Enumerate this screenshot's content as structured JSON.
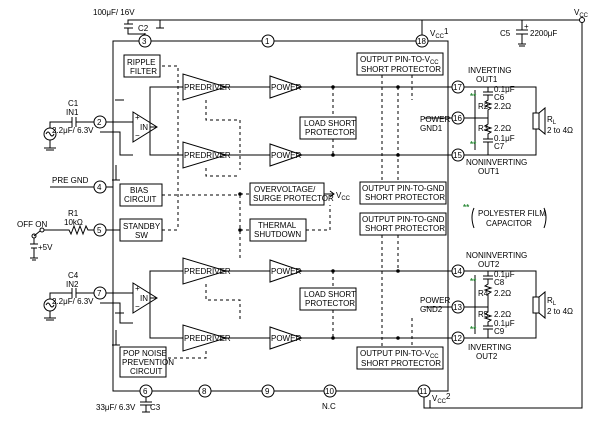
{
  "diagram": {
    "pins": {
      "p1": "1",
      "p2": "2",
      "p3": "3",
      "p4": "4",
      "p5": "5",
      "p6": "6",
      "p7": "7",
      "p8": "8",
      "p9": "9",
      "p10": "10",
      "p11": "11",
      "p12": "12",
      "p13": "13",
      "p14": "14",
      "p15": "15",
      "p16": "16",
      "p17": "17",
      "p18": "18"
    },
    "blocks": {
      "ripple_filter": [
        "RIPPLE",
        "FILTER"
      ],
      "bias_circuit": [
        "BIAS",
        "CIRCUIT"
      ],
      "standby_sw": [
        "STANDBY",
        "SW"
      ],
      "pop_noise": [
        "POP NOISE",
        "PREVENTION",
        "CIRCUIT"
      ],
      "load_short_1": [
        "LOAD SHORT",
        "PROTECTOR"
      ],
      "load_short_2": [
        "LOAD SHORT",
        "PROTECTOR"
      ],
      "overvoltage": [
        "OVERVOLTAGE/",
        "SURGE PROTECTOR"
      ],
      "thermal": [
        "THERMAL",
        "SHUTDOWN"
      ],
      "out_vcc_1": [
        "OUTPUT PIN-TO-V",
        "CC",
        "SHORT PROTECTOR"
      ],
      "out_vcc_2": [
        "OUTPUT PIN-TO-V",
        "CC",
        "SHORT PROTECTOR"
      ],
      "out_gnd_1": [
        "OUTPUT PIN-TO-GND",
        "SHORT PROTECTOR"
      ],
      "out_gnd_2": [
        "OUTPUT PIN-TO-GND",
        "SHORT PROTECTOR"
      ],
      "in_amp": "IN",
      "predriver": "PREDRIVER",
      "power": "POWER"
    },
    "labels": {
      "vcc_top": "V",
      "vcc_top_sub": "CC",
      "vcc_pin18": "V",
      "vcc_pin18_sub": "CC",
      "vcc_pin18_num": "1",
      "vcc_pin11": "V",
      "vcc_pin11_sub": "CC",
      "vcc_pin11_num": "2",
      "vcc_arrow": "V",
      "vcc_arrow_sub": "CC",
      "c2_value": "100μF/ 16V",
      "c2_name": "C2",
      "c5": "C5",
      "c5_value": "2200μF",
      "c1": "C1",
      "in1": "IN1",
      "c1_value": "2.2μF/ 6.3V",
      "pre_gnd": "PRE GND",
      "off_on": "OFF ON",
      "r1": "R1",
      "r1_value": "10kΩ",
      "plus5v": "+5V",
      "c4": "C4",
      "in2": "IN2",
      "c4_value": "2.2μF/ 6.3V",
      "c3_value": "33μF/ 6.3V",
      "c3_name": "C3",
      "nc": "N.C",
      "inv_out1": [
        "INVERTING",
        "OUT1"
      ],
      "noninv_out1": [
        "NONINVERTING",
        "OUT1"
      ],
      "noninv_out2": [
        "NONINVERTING",
        "OUT2"
      ],
      "inv_out2": [
        "INVERTING",
        "OUT2"
      ],
      "power_gnd1": [
        "POWER",
        "GND1"
      ],
      "power_gnd2": [
        "POWER",
        "GND2"
      ],
      "c6": "C6",
      "c6_value": "0.1μF",
      "r2": "R2",
      "r2_value": "2.2Ω",
      "r3": "R3",
      "r3_value": "2.2Ω",
      "c7": "C7",
      "c7_value": "0.1μF",
      "c8": "C8",
      "c8_value": "0.1μF",
      "r4": "R4",
      "r4_value": "2.2Ω",
      "r5": "R5",
      "r5_value": "2.2Ω",
      "c9": "C9",
      "c9_value": "0.1μF",
      "rl1": "R",
      "rl1_sub": "L",
      "rl1_value": "2 to 4Ω",
      "rl2": "R",
      "rl2_sub": "L",
      "rl2_value": "2 to 4Ω",
      "star": "**",
      "polyester": [
        "POLYESTER FILM",
        "CAPACITOR"
      ],
      "plus": "+",
      "minus": "−"
    },
    "colors": {
      "line": "#000000",
      "note": "#2e8b3a"
    }
  }
}
